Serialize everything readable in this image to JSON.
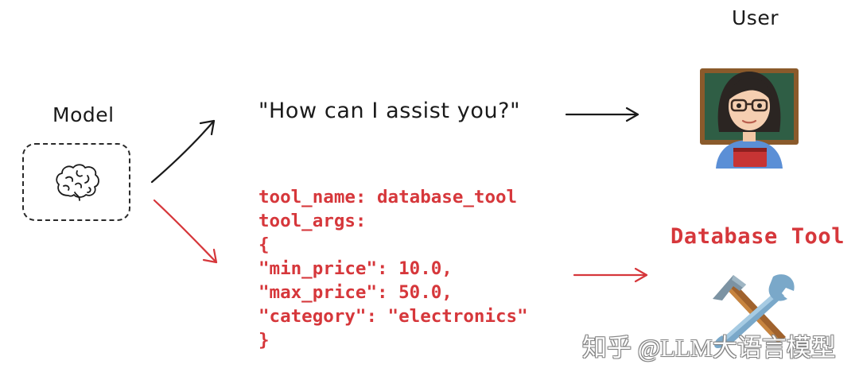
{
  "diagram": {
    "model_label": "Model",
    "user_label": "User",
    "assistant_message": "\"How can I assist you?\"",
    "tool_label": "Database Tool",
    "tool_call_lines": [
      "tool_name: database_tool",
      "tool_args:",
      "{",
      "\"min_price\": 10.0,",
      "\"max_price\": 50.0,",
      "\"category\": \"electronics\"",
      "}"
    ],
    "watermark": "知乎 @LLM大语言模型",
    "icons": {
      "model": "brain-icon",
      "user": "teacher-woman-icon",
      "tool": "hammer-and-wrench-icon"
    },
    "colors": {
      "ink": "#1a1a1a",
      "tool_red": "#d6373b"
    }
  }
}
